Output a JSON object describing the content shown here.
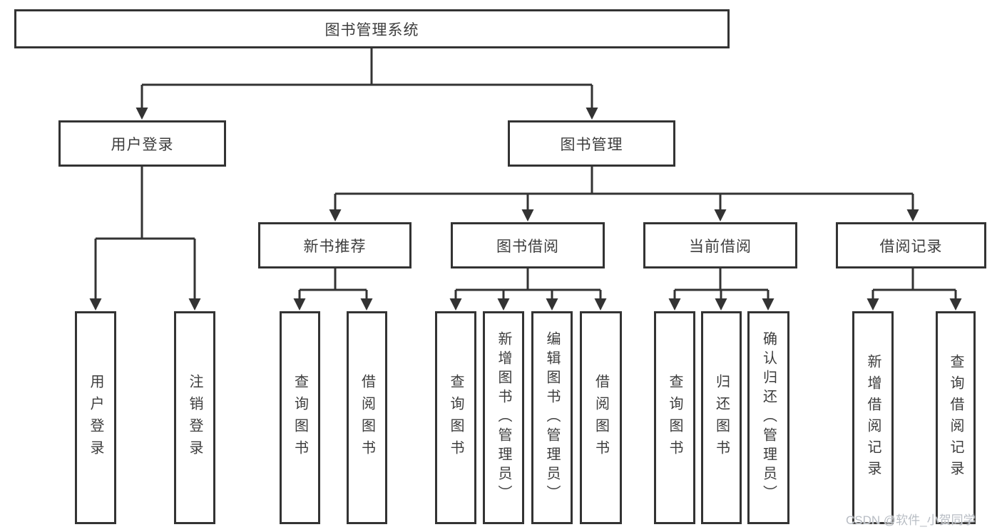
{
  "diagram": {
    "type": "tree",
    "root": {
      "label": "图书管理系统"
    },
    "level2": [
      {
        "label": "用户登录",
        "parent": "图书管理系统"
      },
      {
        "label": "图书管理",
        "parent": "图书管理系统"
      }
    ],
    "level3": [
      {
        "label": "新书推荐",
        "parent": "图书管理"
      },
      {
        "label": "图书借阅",
        "parent": "图书管理"
      },
      {
        "label": "当前借阅",
        "parent": "图书管理"
      },
      {
        "label": "借阅记录",
        "parent": "图书管理"
      }
    ],
    "leaves": [
      {
        "label": "用户登录",
        "parent": "用户登录"
      },
      {
        "label": "注销登录",
        "parent": "用户登录"
      },
      {
        "label": "查询图书",
        "parent": "新书推荐"
      },
      {
        "label": "借阅图书",
        "parent": "新书推荐"
      },
      {
        "label": "查询图书",
        "parent": "图书借阅"
      },
      {
        "label": "新增图书（管理员）",
        "parent": "图书借阅"
      },
      {
        "label": "编辑图书（管理员）",
        "parent": "图书借阅"
      },
      {
        "label": "借阅图书",
        "parent": "图书借阅"
      },
      {
        "label": "查询图书",
        "parent": "当前借阅"
      },
      {
        "label": "归还图书",
        "parent": "当前借阅"
      },
      {
        "label": "确认归还（管理员）",
        "parent": "当前借阅"
      },
      {
        "label": "新增借阅记录",
        "parent": "借阅记录"
      },
      {
        "label": "查询借阅记录",
        "parent": "借阅记录"
      }
    ]
  },
  "watermark": {
    "text": "CSDN @软件_小贺同学"
  },
  "colors": {
    "line": "#333333",
    "box_border": "#333333",
    "text": "#3d3d3d",
    "watermark": "#b8bdc4",
    "background": "#ffffff"
  }
}
